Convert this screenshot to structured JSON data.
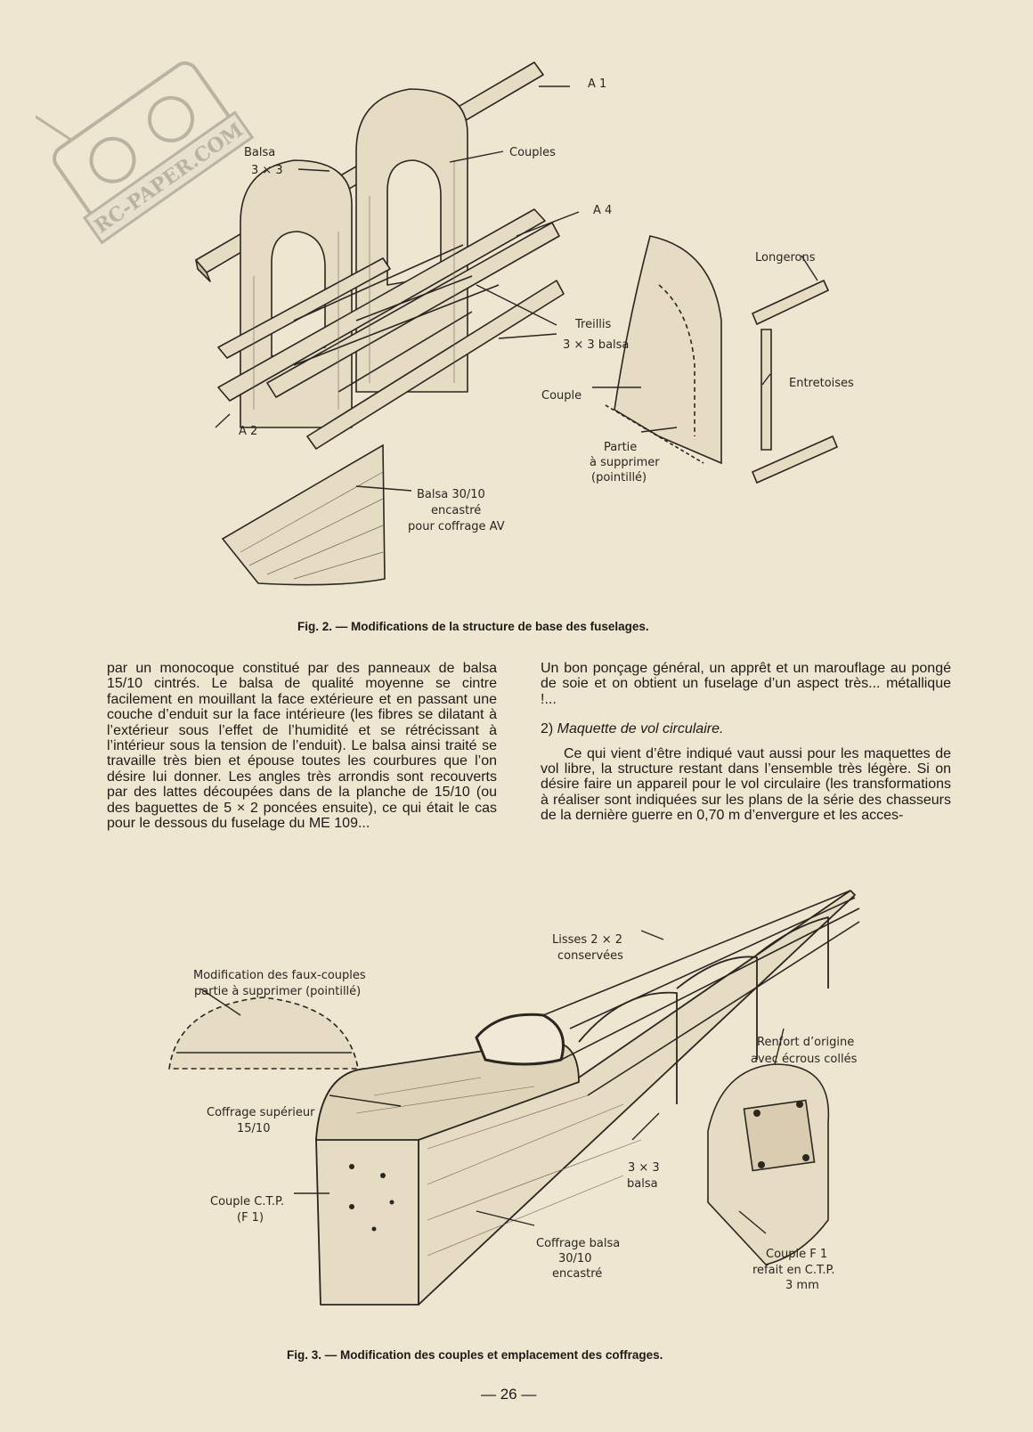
{
  "watermark": {
    "text": "RC-PAPER.COM",
    "icon": "radio-transmitter-icon"
  },
  "fig2": {
    "caption": "Fig. 2. — Modifications de la structure de base des fuselages.",
    "labels": {
      "a1": "A 1",
      "balsa": "Balsa",
      "balsa_size": "3 × 3",
      "couples": "Couples",
      "a4": "A 4",
      "longerons": "Longerons",
      "treillis": "Treillis",
      "treillis_size": "3 × 3 balsa",
      "entretoises": "Entretoises",
      "couple": "Couple",
      "a2": "A 2",
      "partie_1": "Partie",
      "partie_2": "à supprimer",
      "partie_3": "(pointillé)",
      "coffrage_1": "Balsa 30/10",
      "coffrage_2": "encastré",
      "coffrage_3": "pour coffrage AV"
    }
  },
  "text": {
    "left_col": "par un monocoque constitué par des panneaux de balsa 15/10 cintrés. Le balsa de qualité moyenne se cintre facilement en mouillant la face extérieure et en passant une couche d’enduit sur la face intérieure (les fibres se dilatant à l’extérieur sous l’effet de l’humidité et se rétrécissant à l’intérieur sous la tension de l’enduit). Le balsa ainsi traité se travaille très bien et épouse toutes les courbures que l’on désire lui donner. Les angles très arrondis sont recouverts par des lattes découpées dans de la planche de 15/10 (ou des baguettes de 5 × 2 poncées ensuite), ce qui était le cas pour le dessous du fuselage du ME 109...",
    "right_p1": "Un bon ponçage général, un apprêt et un marouflage au pongé de soie et on obtient un fuselage d’un aspect très... métallique !...",
    "right_heading_num": "2) ",
    "right_heading": "Maquette de vol circulaire.",
    "right_p2": "Ce qui vient d’être indiqué vaut aussi pour les maquettes de vol libre, la structure restant dans l’ensemble très légère. Si on désire faire un appareil pour le vol circulaire (les transformations à réaliser sont indiquées sur les plans de la série des chasseurs de la dernière guerre en 0,70 m d’envergure et les acces-"
  },
  "fig3": {
    "caption": "Fig. 3. — Modification des couples et emplacement des coffrages.",
    "labels": {
      "lisses_1": "Lisses 2 × 2",
      "lisses_2": "conservées",
      "faux_1": "Modification des faux-couples",
      "faux_2": "partie à supprimer (pointillé)",
      "renfort_1": "Renfort d’origine",
      "renfort_2": "avec écrous collés",
      "coffrage_sup_1": "Coffrage supérieur",
      "coffrage_sup_2": "15/10",
      "balsa_1": "3 × 3",
      "balsa_2": "balsa",
      "couple_ctp_1": "Couple C.T.P.",
      "couple_ctp_2": "(F 1)",
      "coffrage_balsa_1": "Coffrage balsa",
      "coffrage_balsa_2": "30/10",
      "coffrage_balsa_3": "encastré",
      "couple_f1_1": "Couple F 1",
      "couple_f1_2": "refait en C.T.P.",
      "couple_f1_3": "3 mm"
    }
  },
  "folio": "— 26 —"
}
